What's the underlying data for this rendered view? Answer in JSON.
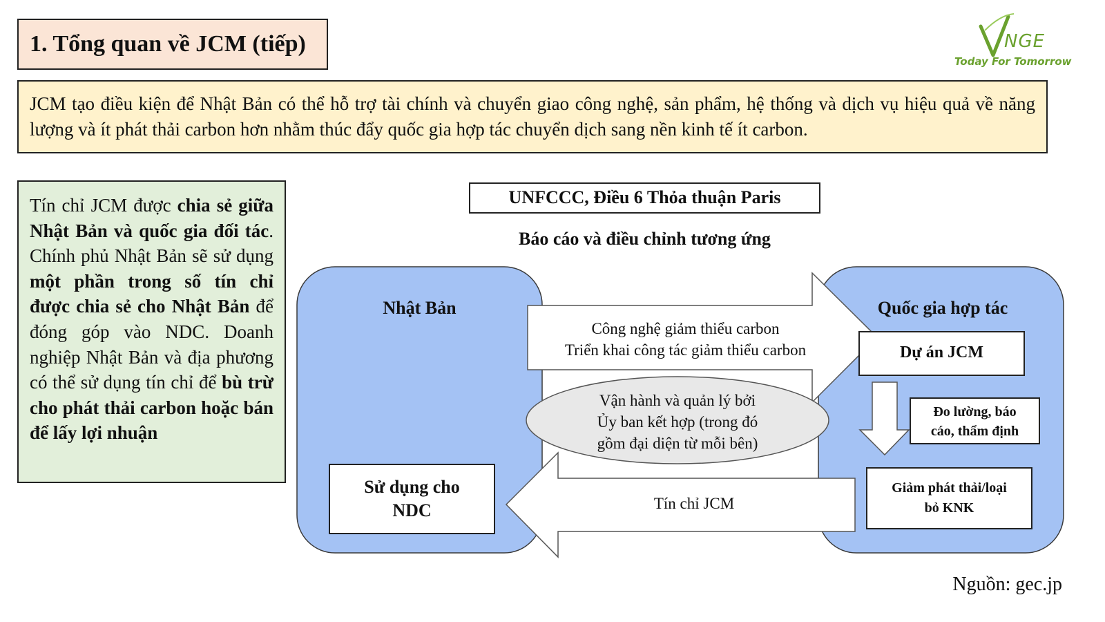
{
  "slide": {
    "title": "1. Tổng quan về JCM (tiếp)",
    "source": "Nguồn: gec.jp"
  },
  "logo": {
    "brand": "VNGE",
    "tagline": "Today For Tomorrow",
    "color": "#6aa12e"
  },
  "intro": {
    "text": "JCM tạo điều kiện để Nhật Bản có thể hỗ trợ tài chính và chuyển giao công nghệ, sản phẩm, hệ thống và dịch vụ hiệu quả về năng lượng và ít phát thải carbon hơn nhằm thúc đẩy quốc gia hợp tác chuyển dịch sang nền kinh tế ít carbon."
  },
  "side": {
    "segments": [
      {
        "text": "Tín chỉ JCM được ",
        "bold": false
      },
      {
        "text": "chia sẻ giữa Nhật Bản và quốc gia đối tác",
        "bold": true
      },
      {
        "text": ". Chính phủ Nhật Bản sẽ sử dụng ",
        "bold": false
      },
      {
        "text": "một phần trong số tín chỉ được chia sẻ cho Nhật Bản",
        "bold": true
      },
      {
        "text": " để đóng góp vào NDC. Doanh nghiệp Nhật Bản và địa phương có thể sử dụng tín chỉ để ",
        "bold": false
      },
      {
        "text": "bù trừ cho phát thải carbon hoặc bán để lấy lợi nhuận",
        "bold": true
      }
    ]
  },
  "diagram": {
    "unfccc_label": "UNFCCC, Điều 6 Thỏa thuận Paris",
    "reporting_label": "Báo cáo và điều chỉnh tương ứng",
    "japan_label": "Nhật Bản",
    "partner_label": "Quốc gia hợp tác",
    "arrow_right_line1": "Công nghệ giảm thiểu carbon",
    "arrow_right_line2": "Triển khai công tác giảm thiểu carbon",
    "ellipse_line1": "Vận hành và quản lý bởi",
    "ellipse_line2": "Ủy ban kết hợp (trong đó",
    "ellipse_line3": "gồm đại diện từ mỗi bên)",
    "arrow_left_label": "Tín chỉ JCM",
    "ndc_line1": "Sử dụng cho",
    "ndc_line2": "NDC",
    "jcm_project": "Dự án JCM",
    "mrv_line1": "Đo lường, báo",
    "mrv_line2": "cáo, thẩm định",
    "reduction_line1": "Giảm phát thải/loại",
    "reduction_line2": "bỏ KNK",
    "colors": {
      "region_fill": "#a4c2f4",
      "ellipse_fill": "#e8e8e8",
      "title_fill": "#fbe5d6",
      "intro_fill": "#fff2cc",
      "side_fill": "#e2efda"
    }
  }
}
